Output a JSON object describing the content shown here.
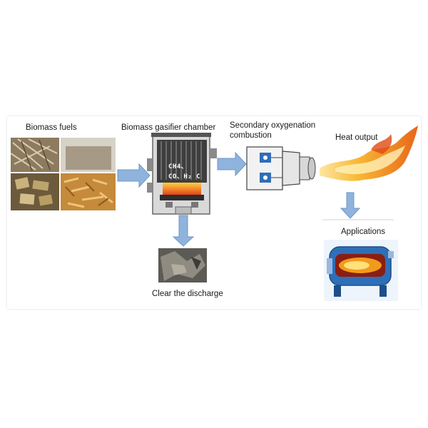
{
  "labels": {
    "biomass_fuels": "Biomass fuels",
    "gasifier_chamber": "Biomass gasifier chamber",
    "secondary_line1": "Secondary oxygenation",
    "secondary_line2": "combustion",
    "heat_output": "Heat output",
    "applications": "Applications",
    "clear_discharge": "Clear the discharge",
    "gas_line1": "CH4、",
    "gas_line2": "CO、H₂ C"
  },
  "colors": {
    "arrow": "#8fb3dc",
    "arrow_stroke": "#6f97c8",
    "flame": "#f29a1c",
    "boiler_blue": "#2f6fb8"
  }
}
